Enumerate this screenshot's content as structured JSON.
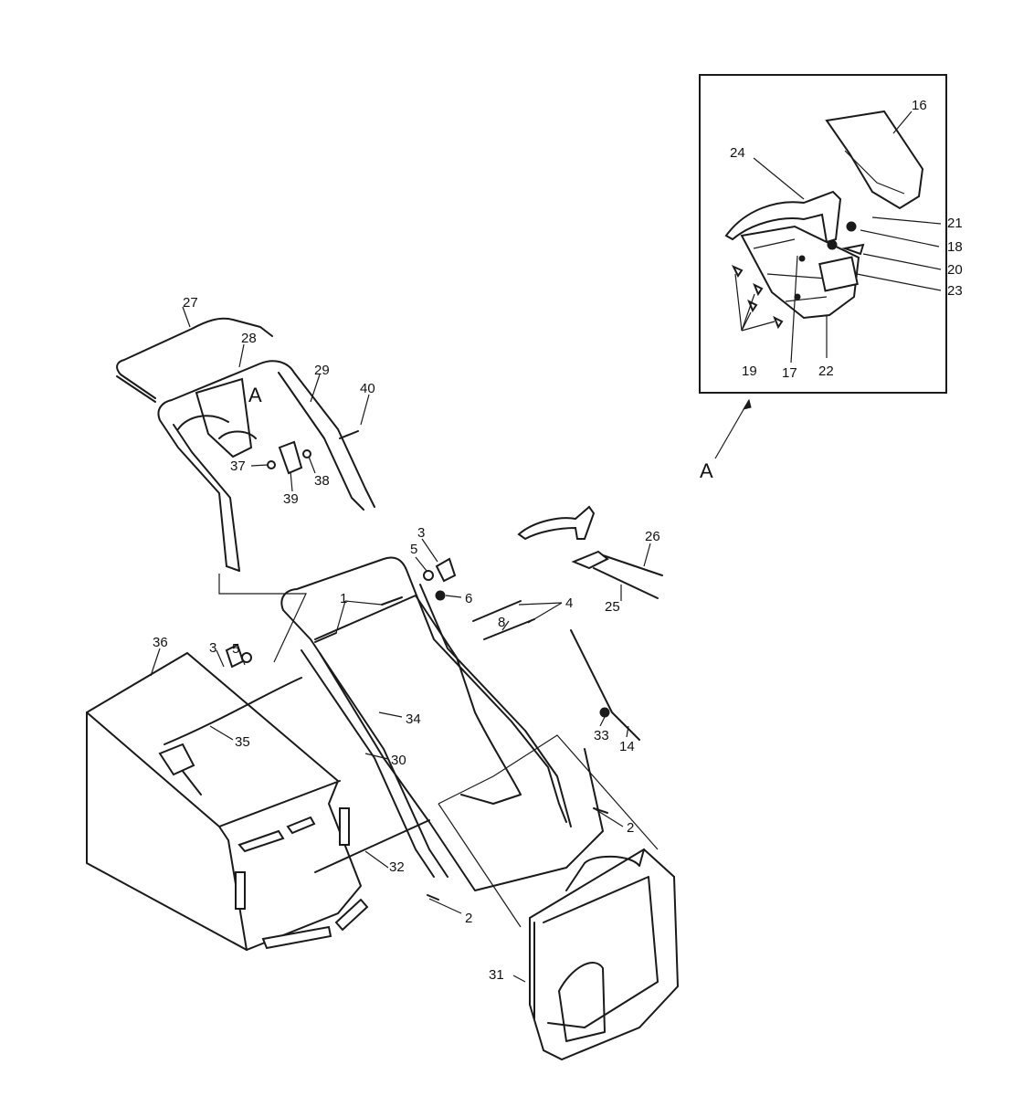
{
  "diagram": {
    "detail_view_label": "A",
    "parts": {
      "p1": "1",
      "p2a": "2",
      "p2b": "2",
      "p3a": "3",
      "p3b": "3",
      "p4": "4",
      "p5a": "5",
      "p5b": "5",
      "p6": "6",
      "p8": "8",
      "p14": "14",
      "p16": "16",
      "p17": "17",
      "p18": "18",
      "p19": "19",
      "p20": "20",
      "p21": "21",
      "p22": "22",
      "p23": "23",
      "p24": "24",
      "p25": "25",
      "p26": "26",
      "p27": "27",
      "p28": "28",
      "p29": "29",
      "p30": "30",
      "p31": "31",
      "p32": "32",
      "p33": "33",
      "p34": "34",
      "p35": "35",
      "p36": "36",
      "p37": "37",
      "p38": "38",
      "p39": "39",
      "p40": "40"
    },
    "colors": {
      "ink": "#1a1a1a",
      "background": "#ffffff"
    }
  }
}
